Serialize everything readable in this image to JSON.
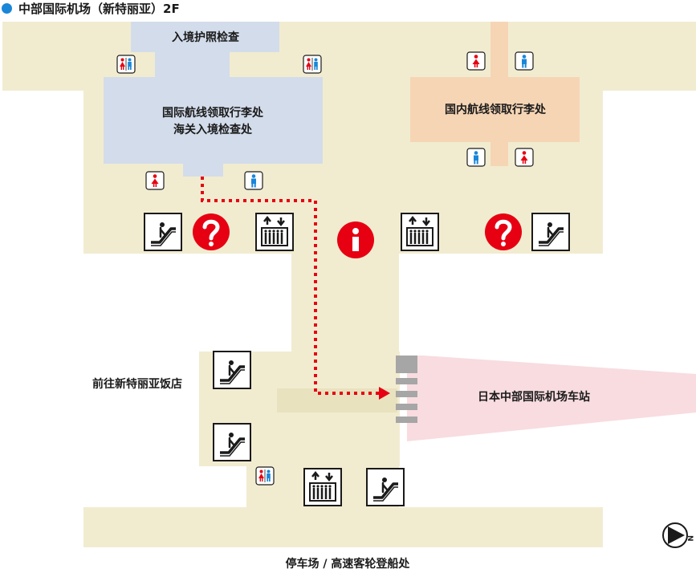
{
  "title": "中部国际机场（新特丽亚）2F",
  "labels": {
    "immigration": "入境护照检查",
    "intl_baggage_line1": "国际航线领取行李处",
    "intl_baggage_line2": "海关入境检查处",
    "dom_baggage": "国内航线领取行李处",
    "hotel": "前往新特丽亚饭店",
    "station": "日本中部国际机场车站",
    "parking_ferry": "停车场 / 高速客轮登船处"
  },
  "compass": "N",
  "colors": {
    "floor": "#f1ecd0",
    "international_area": "#d3dcea",
    "domestic_area": "#f6d5b5",
    "station_area": "#f8dce0",
    "route": "#e60012",
    "info": "#e60012",
    "male": "#1a86d8",
    "female": "#e60012",
    "title_dot": "#1a86d8",
    "platform_stairs": "#a6a6a6"
  },
  "icons": [
    "restroom-icon",
    "male-restroom-icon",
    "female-restroom-icon",
    "escalator-icon",
    "elevator-icon",
    "question-icon",
    "information-icon",
    "north-arrow-icon"
  ]
}
